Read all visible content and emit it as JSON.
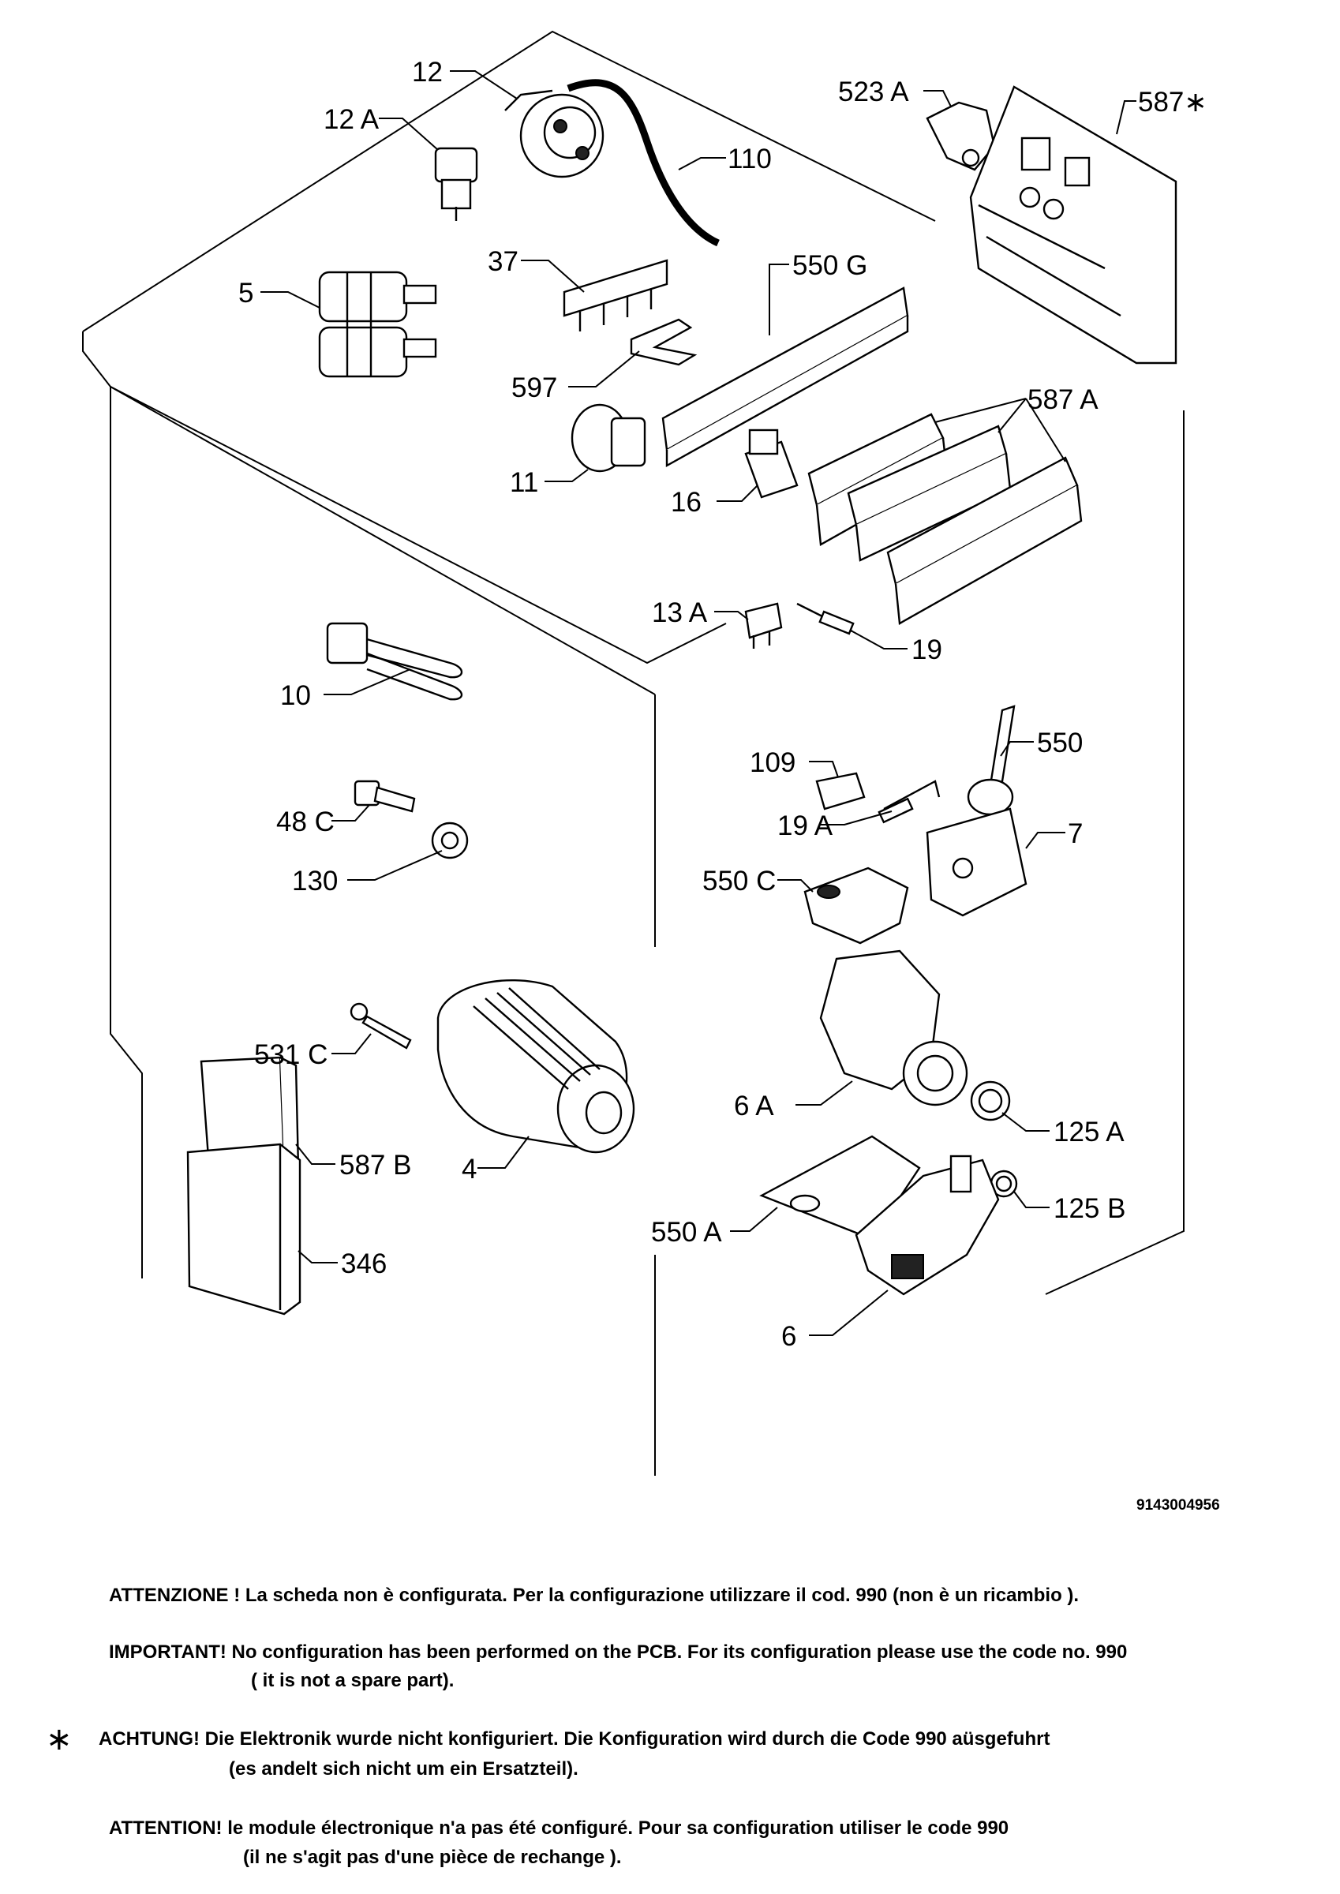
{
  "drawing_code": "9143004956",
  "callouts": [
    {
      "id": "12",
      "text": "12"
    },
    {
      "id": "12A",
      "text": "12 A"
    },
    {
      "id": "110",
      "text": "110"
    },
    {
      "id": "5",
      "text": "5"
    },
    {
      "id": "37",
      "text": "37"
    },
    {
      "id": "597",
      "text": "597"
    },
    {
      "id": "11",
      "text": "11"
    },
    {
      "id": "550G",
      "text": "550 G"
    },
    {
      "id": "16",
      "text": "16"
    },
    {
      "id": "523A",
      "text": "523 A"
    },
    {
      "id": "587star",
      "text": "587∗"
    },
    {
      "id": "587A",
      "text": "587 A"
    },
    {
      "id": "13A",
      "text": "13 A"
    },
    {
      "id": "19",
      "text": "19"
    },
    {
      "id": "10",
      "text": "10"
    },
    {
      "id": "109",
      "text": "109"
    },
    {
      "id": "550",
      "text": "550"
    },
    {
      "id": "19A",
      "text": "19 A"
    },
    {
      "id": "7",
      "text": "7"
    },
    {
      "id": "48C",
      "text": "48 C"
    },
    {
      "id": "130",
      "text": "130"
    },
    {
      "id": "550C",
      "text": "550 C"
    },
    {
      "id": "531C",
      "text": "531 C"
    },
    {
      "id": "4",
      "text": "4"
    },
    {
      "id": "587B",
      "text": "587 B"
    },
    {
      "id": "346",
      "text": "346"
    },
    {
      "id": "6A",
      "text": "6 A"
    },
    {
      "id": "125A",
      "text": "125 A"
    },
    {
      "id": "125B",
      "text": "125 B"
    },
    {
      "id": "550A",
      "text": "550 A"
    },
    {
      "id": "6",
      "text": "6"
    }
  ],
  "notes": {
    "it": "ATTENZIONE ! La scheda non è  configurata. Per la configurazione utilizzare il cod. 990 (non è un ricambio ).",
    "en_1": "IMPORTANT! No configuration has been performed on the PCB. For its configuration please use the code no. 990",
    "en_2": "( it is not a spare part).",
    "star": "∗",
    "de_1": "ACHTUNG! Die Elektronik wurde nicht konfiguriert. Die Konfiguration wird durch die Code 990 aüsgefuhrt",
    "de_2": "(es andelt sich nicht um ein Ersatzteil).",
    "fr_1": "ATTENTION! le module électronique n'a pas été configuré. Pour  sa configuration utiliser le code 990",
    "fr_2": "(il ne s'agit pas d'une pièce de rechange )."
  }
}
